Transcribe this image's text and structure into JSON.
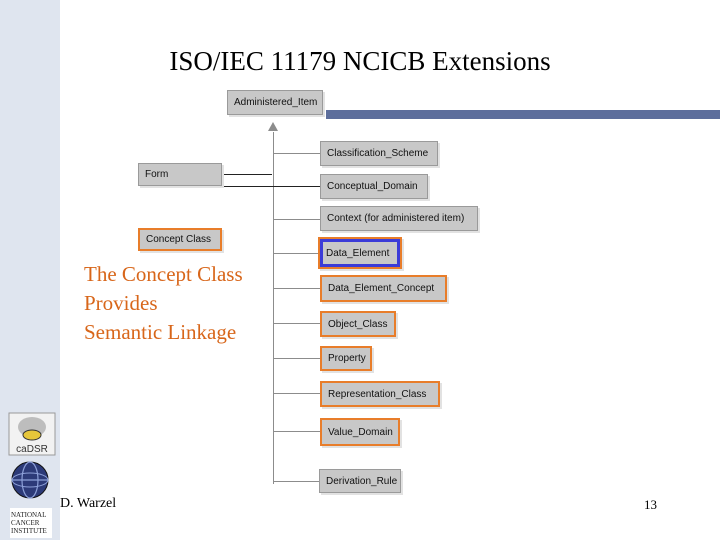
{
  "slide": {
    "title": "ISO/IEC 11179 NCICB Extensions",
    "author": "D. Warzel",
    "page_number": "13",
    "caption_lines": [
      "The Concept Class",
      "Provides",
      "Semantic Linkage"
    ]
  },
  "diagram": {
    "root": "Administered_Item",
    "left_boxes": {
      "form": "Form",
      "concept_class": "Concept Class"
    },
    "children": [
      "Classification_Scheme",
      "Conceptual_Domain",
      "Context (for administered item)",
      "Data_Element",
      "Data_Element_Concept",
      "Object_Class",
      "Property",
      "Representation_Class",
      "Value_Domain",
      "Derivation_Rule"
    ]
  },
  "logos": {
    "cadsr": "caDSR",
    "nci": "NATIONAL CANCER INSTITUTE"
  },
  "colors": {
    "highlight_orange": "#e87d2a",
    "highlight_blue": "#3b3bd8",
    "caption": "#d8661a",
    "title_bar": "#5d6e9c"
  }
}
